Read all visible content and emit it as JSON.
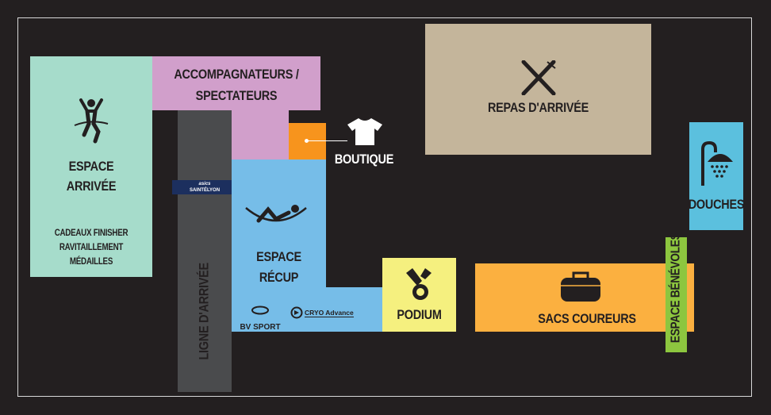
{
  "zones": {
    "arrivee": {
      "title_1": "ESPACE",
      "title_2": "ARRIVÉE",
      "items": [
        "CADEAUX FINISHER",
        "RAVITAILLEMENT",
        "MÉDAILLES"
      ],
      "color": "#a6dccb"
    },
    "accompagnateurs": {
      "title_1": "ACCOMPAGNATEURS /",
      "title_2": "SPECTATEURS",
      "color": "#d19fcb"
    },
    "ligne": {
      "title": "LIGNE D'ARRIVÉE",
      "color": "#4a4b4d"
    },
    "banner": {
      "brand": "asics",
      "event": "SAINTÉLYON"
    },
    "boutique": {
      "title": "BOUTIQUE",
      "color": "#f7941d"
    },
    "recup": {
      "title_1": "ESPACE",
      "title_2": "RÉCUP",
      "sponsor_1": "BV SPORT",
      "sponsor_2": "CRYO Advance",
      "color": "#76bde8"
    },
    "podium": {
      "title": "PODIUM",
      "color": "#f5f07f"
    },
    "repas": {
      "title": "REPAS D'ARRIVÉE",
      "color": "#c4b59b"
    },
    "douches": {
      "title": "DOUCHES",
      "color": "#5bc0de"
    },
    "sacs": {
      "title": "SACS COUREURS",
      "color": "#fbb040"
    },
    "benevoles": {
      "title": "ESPACE BÉNÉVOLES",
      "color": "#8dc63f"
    }
  }
}
